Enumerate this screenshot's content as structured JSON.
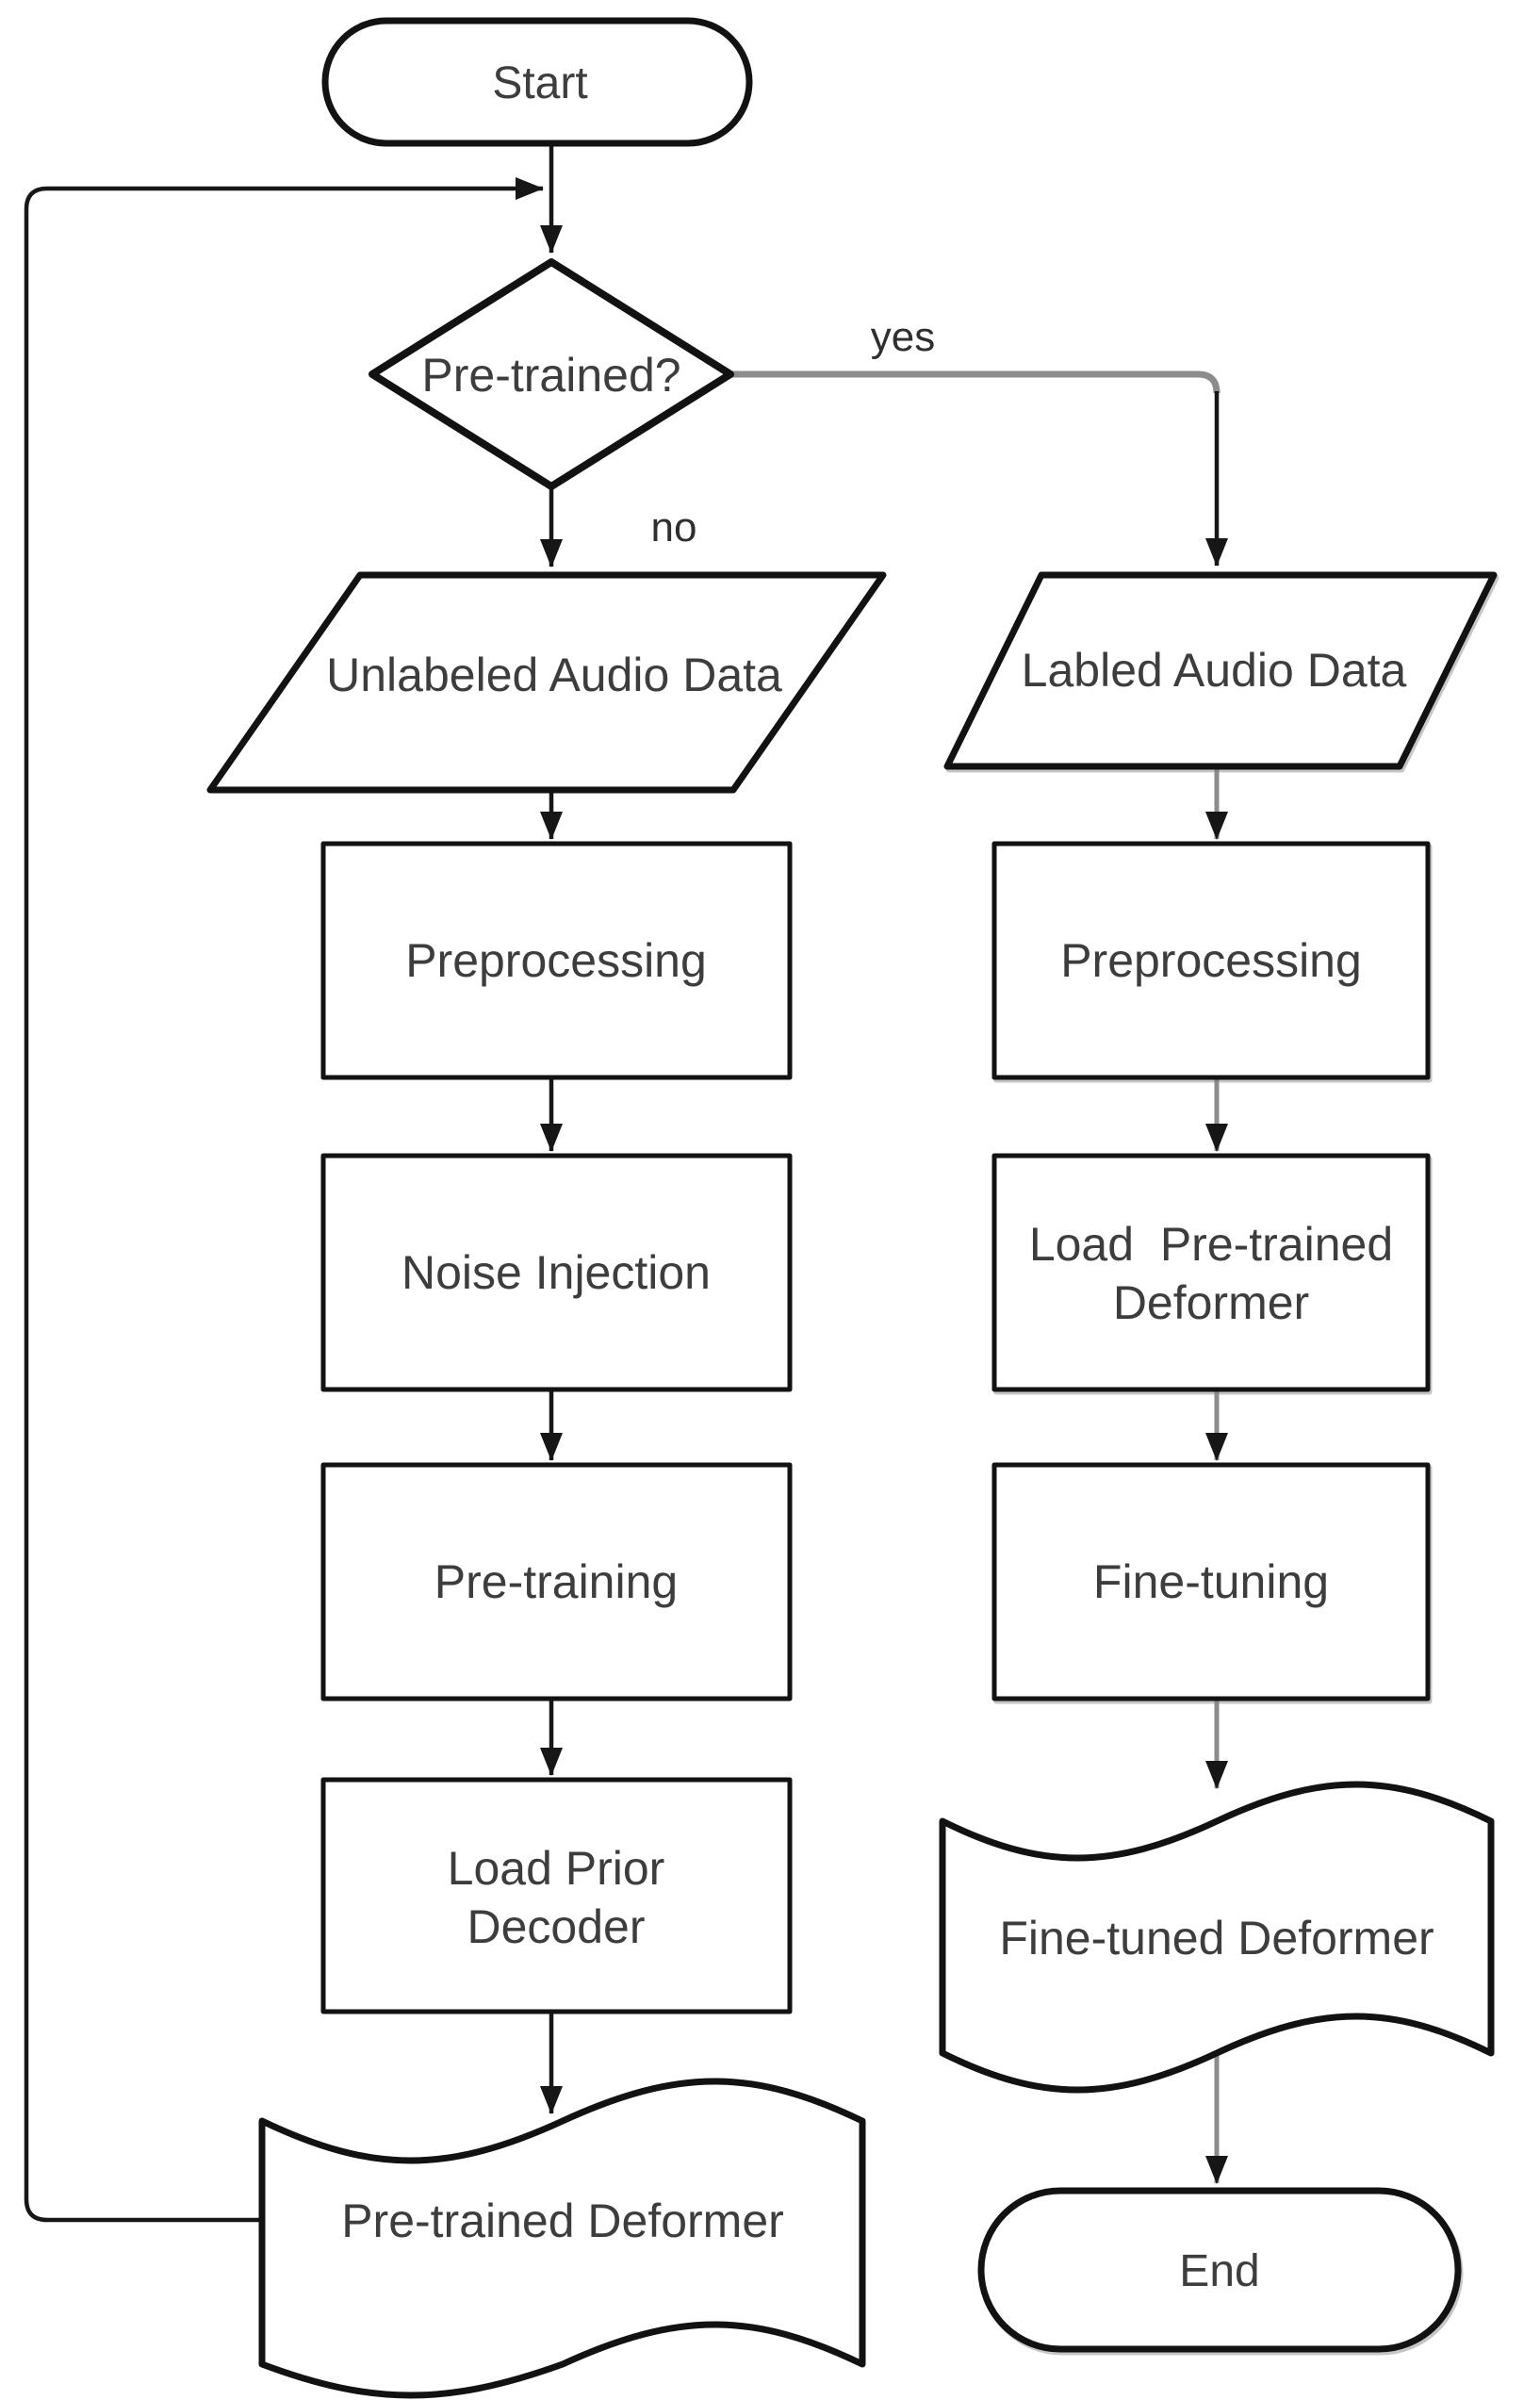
{
  "diagram": {
    "type": "flowchart",
    "background": "#ffffff",
    "colors": {
      "shape_stroke": "#121212",
      "shape_fill": "#ffffff",
      "edge_black": "#161616",
      "edge_gray": "#8c8c8c",
      "text": "#3d3d3d"
    },
    "nodes": {
      "start": {
        "label": "Start",
        "shape": "terminator"
      },
      "decision": {
        "label": "Pre-trained?",
        "shape": "decision"
      },
      "unlabeled_audio_data": {
        "label": "Unlabeled Audio Data",
        "shape": "parallelogram"
      },
      "labeled_audio_data": {
        "label": "Labled Audio Data",
        "shape": "parallelogram"
      },
      "preprocessing_left": {
        "label": "Preprocessing",
        "shape": "process"
      },
      "noise_injection": {
        "label": "Noise Injection",
        "shape": "process"
      },
      "pre_training": {
        "label": "Pre-training",
        "shape": "process"
      },
      "load_prior_decoder": {
        "line1": "Load Prior",
        "line2": "Decoder",
        "shape": "process"
      },
      "pre_trained_deformer": {
        "label": "Pre-trained Deformer",
        "shape": "tape"
      },
      "preprocessing_right": {
        "label": "Preprocessing",
        "shape": "process"
      },
      "load_pre_trained_deformer": {
        "line1": "Load  Pre-trained",
        "line2": "Deformer",
        "shape": "process"
      },
      "fine_tuning": {
        "label": "Fine-tuning",
        "shape": "process"
      },
      "fine_tuned_deformer": {
        "label": "Fine-tuned Deformer",
        "shape": "tape"
      },
      "end": {
        "label": "End",
        "shape": "terminator"
      }
    },
    "branches": {
      "yes": "yes",
      "no": "no"
    },
    "edges": [
      {
        "from": "Start",
        "to": "Pre-trained?"
      },
      {
        "from": "Pre-trained?",
        "to": "Unlabeled Audio Data",
        "label": "no"
      },
      {
        "from": "Pre-trained?",
        "to": "Labled Audio Data",
        "label": "yes"
      },
      {
        "from": "Unlabeled Audio Data",
        "to": "Preprocessing"
      },
      {
        "from": "Preprocessing",
        "to": "Noise Injection"
      },
      {
        "from": "Noise Injection",
        "to": "Pre-training"
      },
      {
        "from": "Pre-training",
        "to": "Load Prior Decoder"
      },
      {
        "from": "Load Prior Decoder",
        "to": "Pre-trained Deformer"
      },
      {
        "from": "Pre-trained Deformer",
        "to": "Pre-trained?",
        "note": "loop back into start-to-decision line"
      },
      {
        "from": "Labled Audio Data",
        "to": "Preprocessing"
      },
      {
        "from": "Preprocessing",
        "to": "Load Pre-trained Deformer"
      },
      {
        "from": "Load Pre-trained Deformer",
        "to": "Fine-tuning"
      },
      {
        "from": "Fine-tuning",
        "to": "Fine-tuned Deformer"
      },
      {
        "from": "Fine-tuned Deformer",
        "to": "End"
      }
    ]
  }
}
